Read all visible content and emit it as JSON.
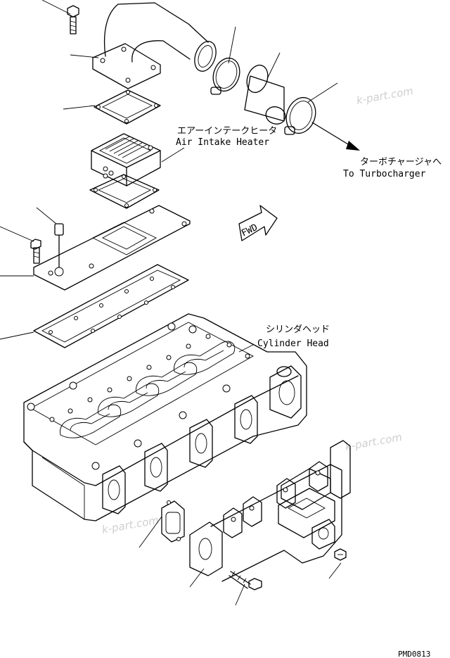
{
  "labels": {
    "air_heater_jp": "エアーインテークヒータ",
    "air_heater_en": "Air Intake Heater",
    "turbo_jp": "ターボチャージャへ",
    "turbo_en": "To Turbocharger",
    "cylinder_head_jp": "シリンダヘッド",
    "cylinder_head_en": "Cylinder Head",
    "fwd": "FWD",
    "drawing_code": "PMD0813"
  },
  "watermarks": [
    "k-part.com",
    "k-part.com",
    "k-part.com"
  ]
}
